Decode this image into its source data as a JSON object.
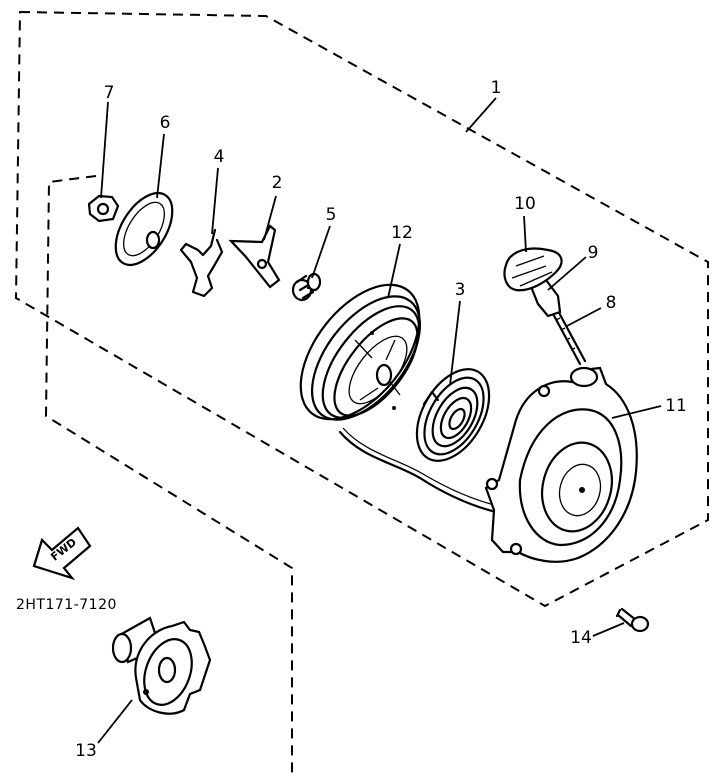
{
  "catalog_number": "2HT171-7120",
  "direction_arrow": {
    "label": "FWD"
  },
  "callouts": [
    {
      "id": "1",
      "label": "1"
    },
    {
      "id": "2",
      "label": "2"
    },
    {
      "id": "3",
      "label": "3"
    },
    {
      "id": "4",
      "label": "4"
    },
    {
      "id": "5",
      "label": "5"
    },
    {
      "id": "6",
      "label": "6"
    },
    {
      "id": "7",
      "label": "7"
    },
    {
      "id": "8",
      "label": "8"
    },
    {
      "id": "9",
      "label": "9"
    },
    {
      "id": "10",
      "label": "10"
    },
    {
      "id": "11",
      "label": "11"
    },
    {
      "id": "12",
      "label": "12"
    },
    {
      "id": "13",
      "label": "13"
    },
    {
      "id": "14",
      "label": "14"
    }
  ]
}
